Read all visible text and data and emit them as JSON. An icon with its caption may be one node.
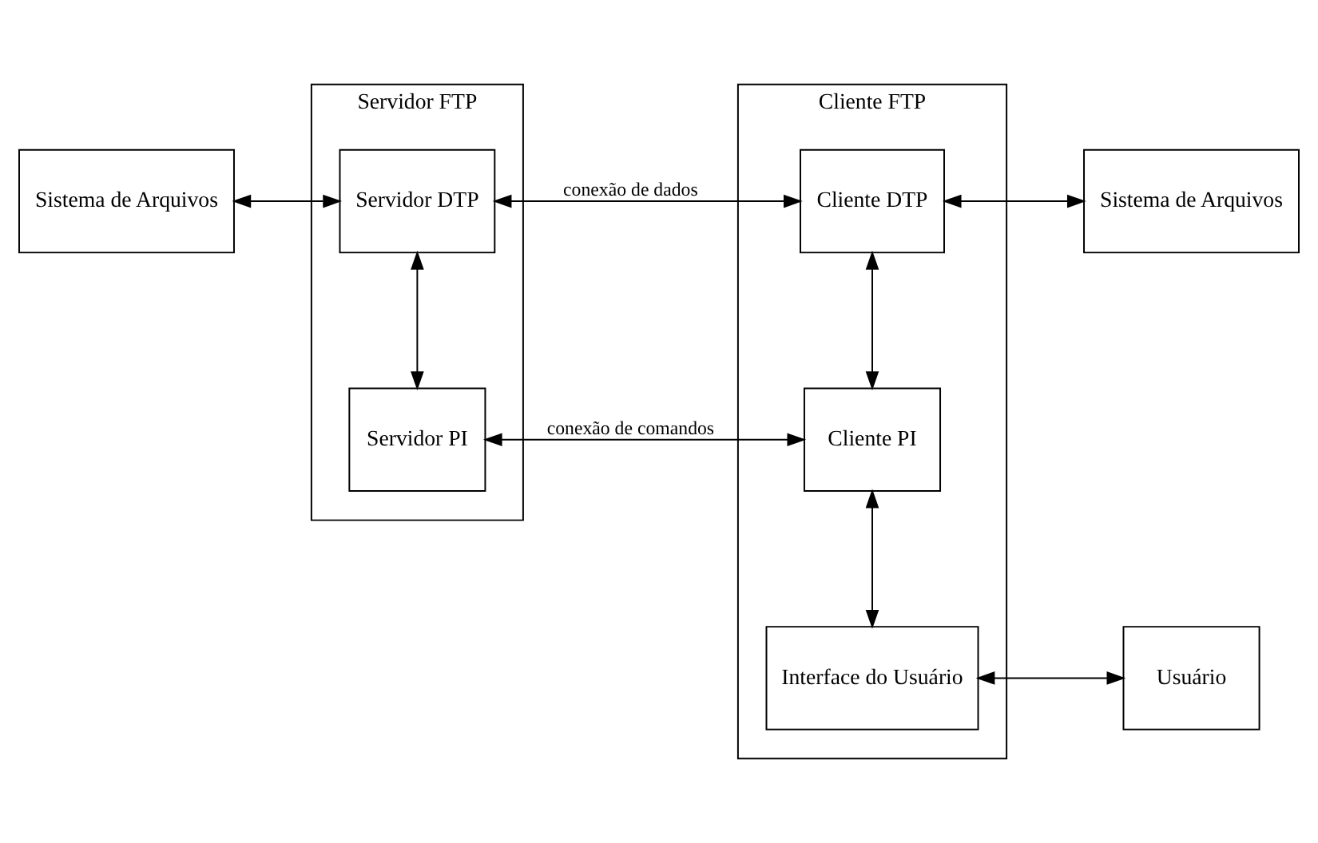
{
  "diagram": {
    "nodes": [
      {
        "text": [
          "Servidor FTP"
        ]
      },
      {
        "text": [
          "Servidor PI"
        ],
        "in": 0
      },
      {
        "text": [
          "Servidor DTP"
        ],
        "in": 0
      },
      {
        "text": [
          "Cliente FTP"
        ]
      },
      {
        "text": [
          "Interface do Usuário"
        ],
        "in": 3
      },
      {
        "text": [
          "Cliente PI"
        ],
        "in": 3
      },
      {
        "text": [
          "Cliente DTP"
        ],
        "in": 3
      },
      {
        "text": [
          "Usuário"
        ]
      },
      {
        "text": [
          "Sistema de Arquivos"
        ]
      },
      {
        "text": [
          "Sistema de Arquivos"
        ]
      }
    ],
    "edges": [
      {
        "from": 8,
        "to": 2,
        "arrow": "both"
      },
      {
        "from": 1,
        "to": 2,
        "arrow": "both"
      },
      {
        "from": 1,
        "to": 5,
        "arrow": "both",
        "label": "conexão de comandos"
      },
      {
        "from": 2,
        "to": 6,
        "arrow": "both",
        "label": "conexão de dados"
      },
      {
        "from": 4,
        "to": 5,
        "arrow": "both"
      },
      {
        "from": 5,
        "to": 6,
        "arrow": "both"
      },
      {
        "from": 4,
        "to": 7,
        "arrow": "both"
      },
      {
        "from": 6,
        "to": 9,
        "arrow": "both"
      }
    ]
  }
}
